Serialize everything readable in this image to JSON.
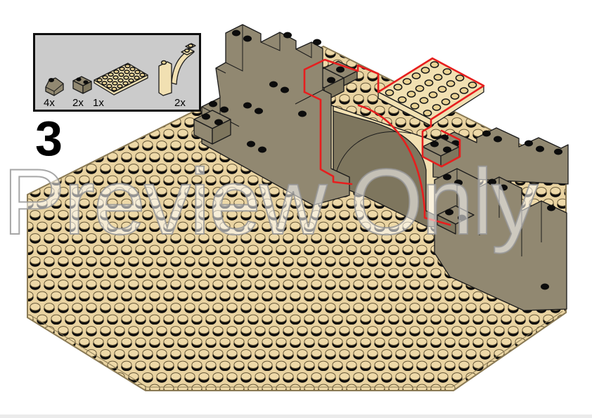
{
  "step": {
    "number": "3"
  },
  "watermark": {
    "text": "Preview Only"
  },
  "parts_box": {
    "items": [
      {
        "qty": "4x",
        "part": "slope-brick-1x2-dark-tan"
      },
      {
        "qty": "2x",
        "part": "brick-1x2-dark-tan"
      },
      {
        "qty": "1x",
        "part": "plate-4x6-tan"
      },
      {
        "qty": "2x",
        "part": "arch-1x5x4-tan"
      }
    ]
  },
  "colors": {
    "plate": "#e9d3a1",
    "stud": "#eed9a8",
    "plate-edge": "#8a7a55",
    "rock": "#918871",
    "rock-dark": "#7e765e",
    "line": "#1b1b1b",
    "arch": "#f1e0b2",
    "tanstud": "#e9d294",
    "red": "#e71e1e",
    "boxbg": "#cbcbcb",
    "boxborder": "#0f0f0f",
    "footer": "#ebebeb"
  }
}
